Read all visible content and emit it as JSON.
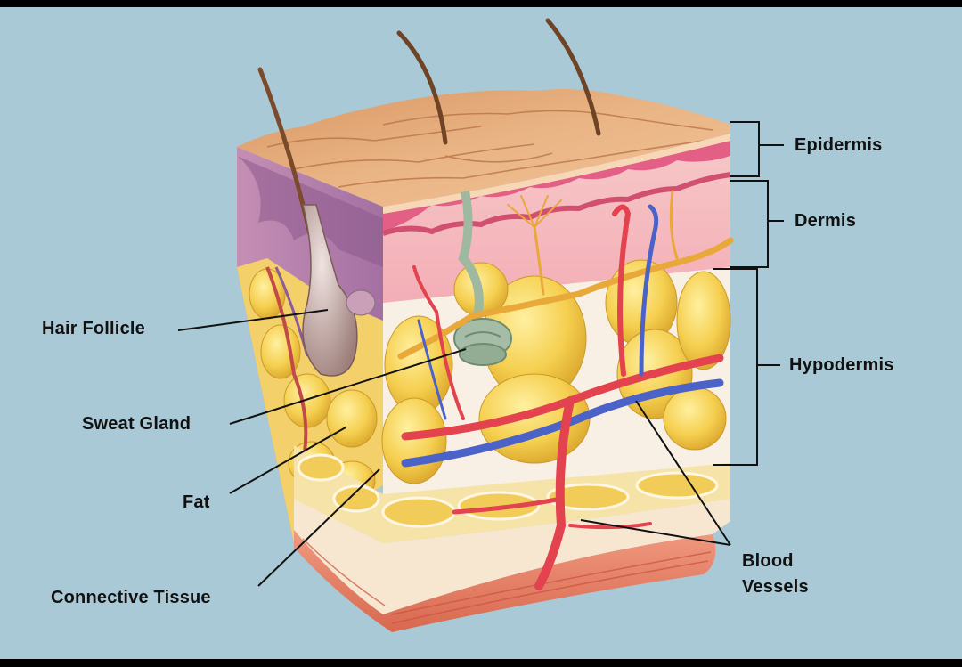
{
  "colors": {
    "background": "#a9c9d6",
    "frame": "#000000",
    "epidermis_top": "#e7b07c",
    "dermis": "#f3b4bc",
    "fat": "#f5cf4f",
    "artery": "#e2434f",
    "vein": "#4b62c8",
    "nerve": "#e8a83a",
    "muscle": "#e98066"
  },
  "layer_labels": {
    "epidermis": "Epidermis",
    "dermis": "Dermis",
    "hypodermis": "Hypodermis"
  },
  "structure_labels": {
    "hair_follicle": "Hair Follicle",
    "sweat_gland": "Sweat Gland",
    "fat": "Fat",
    "connective_tissue": "Connective Tissue",
    "blood_vessels": "Blood\nVessels"
  }
}
